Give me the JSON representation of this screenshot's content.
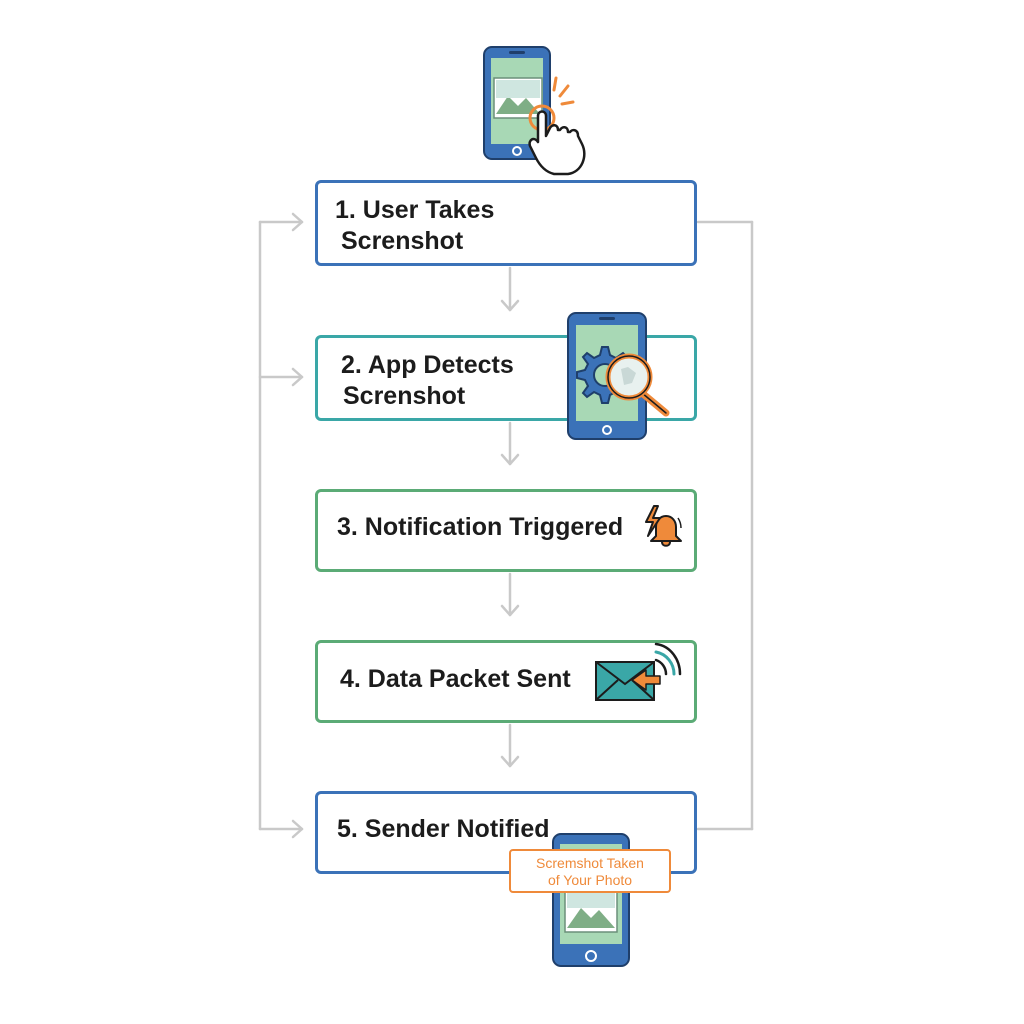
{
  "colors": {
    "step1_border": "#3b72b8",
    "step2_border": "#3aa7a7",
    "step3_border": "#5bab76",
    "step4_border": "#5bab76",
    "step5_border": "#3b72b8",
    "connector": "#c9c9c9",
    "phone_body": "#3b72b8",
    "phone_screen": "#a8d8b5",
    "accent_orange": "#ef8a3a"
  },
  "steps": [
    {
      "label_line1": "1. User Takes",
      "label_line2": "Screnshot",
      "icon": "phone-tap-icon"
    },
    {
      "label_line1": "2. App Detects",
      "label_line2": "Screnshot",
      "icon": "phone-gear-search-icon"
    },
    {
      "label": "3. Notification Triggered",
      "icon": "alert-bell-icon"
    },
    {
      "label": "4. Data Packet Sent",
      "icon": "envelope-signal-icon"
    },
    {
      "label": "5. Sender Notified",
      "icon": "phone-notification-icon"
    }
  ],
  "notification_toast": {
    "line1": "Scremshot Taken",
    "line2": "of Your Photo"
  }
}
